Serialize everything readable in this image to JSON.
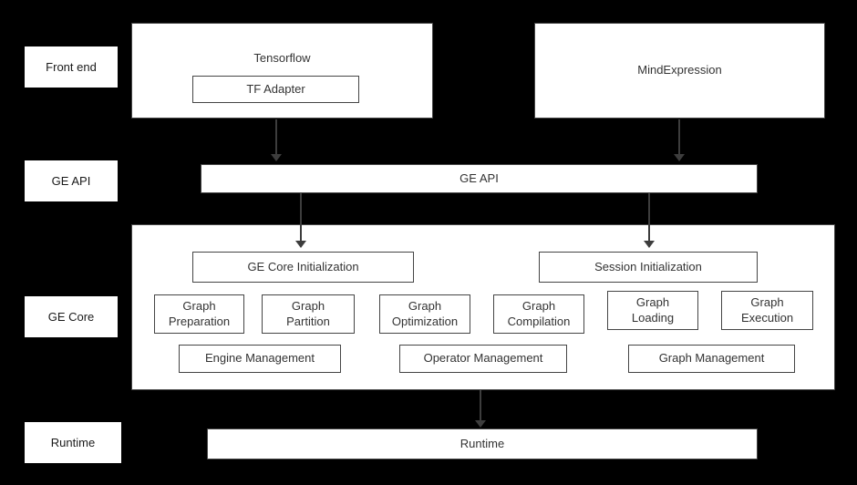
{
  "colors": {
    "background": "#000000",
    "box_fill": "#ffffff",
    "box_border": "#454545",
    "text": "#333333",
    "arrow": "#3d3d3d"
  },
  "side_labels": {
    "front_end": "Front end",
    "ge_api": "GE API",
    "ge_core": "GE Core",
    "runtime": "Runtime"
  },
  "front_end": {
    "tensorflow_label": "Tensorflow",
    "tf_adapter_label": "TF Adapter",
    "mindexpression_label": "MindExpression"
  },
  "ge_api": {
    "label": "GE API"
  },
  "ge_core": {
    "ge_core_initialization": "GE Core Initialization",
    "session_initialization": "Session Initialization",
    "modules": [
      "Graph Preparation",
      "Graph Partition",
      "Graph Optimization",
      "Graph Compilation",
      "Graph Loading",
      "Graph Execution"
    ],
    "managers": [
      "Engine Management",
      "Operator Management",
      "Graph Management"
    ]
  },
  "runtime": {
    "label": "Runtime"
  }
}
